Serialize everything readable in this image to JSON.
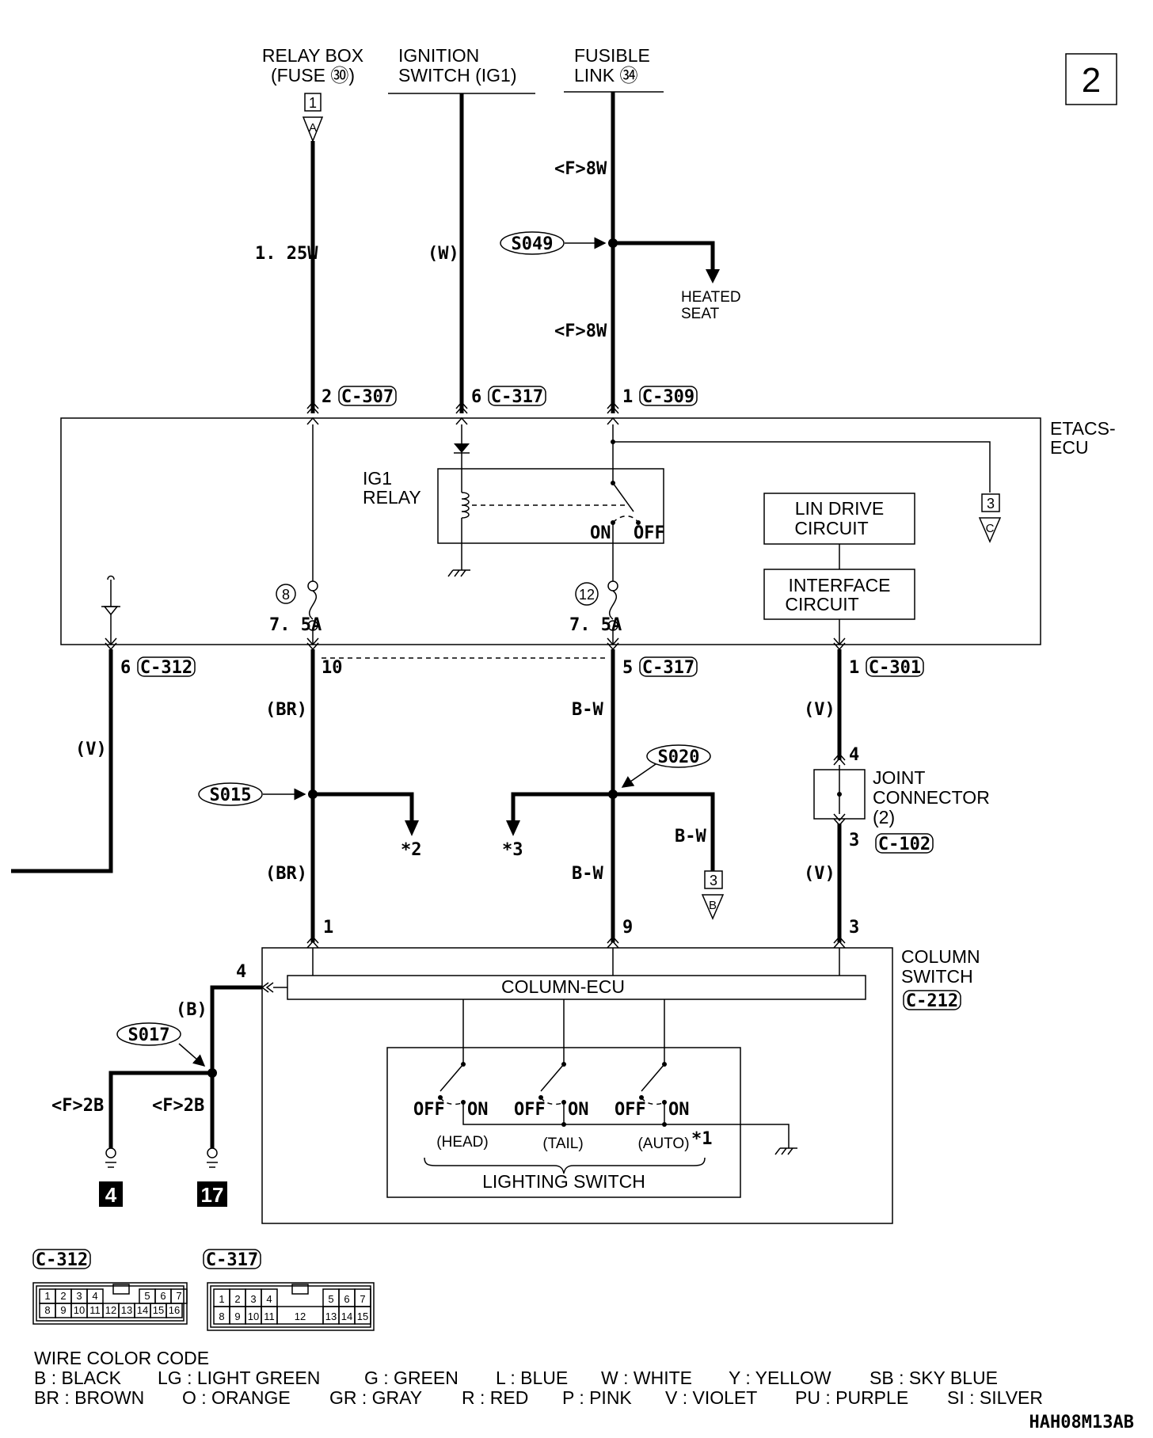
{
  "page_number": "2",
  "diagram_code": "HAH08M13AB",
  "sources": {
    "relay_box": "RELAY BOX",
    "relay_box_fuse": "(FUSE ㉚)",
    "relay_box_ref": "1",
    "relay_box_arrow": "A",
    "ignition_switch": "IGNITION",
    "ignition_switch_2": "SWITCH (IG1)",
    "fusible_link": "FUSIBLE",
    "fusible_link_2": "LINK ㉞"
  },
  "wires": {
    "relay_wire": "1. 25W",
    "ign_wire": "(W)",
    "fl_wire_top": "<F>8W",
    "fl_wire_mid": "<F>8W",
    "br_upper": "(BR)",
    "br_lower": "(BR)",
    "bw_upper": "B-W",
    "bw_lower": "B-W",
    "bw_branch": "B-W",
    "v_upper": "(V)",
    "v_lower": "(V)",
    "v_left": "(V)",
    "b_ground": "(B)",
    "ground_left": "<F>2B",
    "ground_right": "<F>2B"
  },
  "splices": {
    "s049": "S049",
    "s015": "S015",
    "s020": "S020",
    "s017": "S017"
  },
  "connectors": {
    "top_c307_pin": "2",
    "top_c307": "C-307",
    "top_c317_pin": "6",
    "top_c317": "C-317",
    "top_c309_pin": "1",
    "top_c309": "C-309",
    "bot_c312_pin": "6",
    "bot_c312": "C-312",
    "bot_10": "10",
    "bot_c317_pin": "5",
    "bot_c317": "C-317",
    "bot_c301_pin": "1",
    "bot_c301": "C-301",
    "jc_pin_top": "4",
    "jc_pin_bot": "3",
    "jc_conn": "C-102",
    "col_pin1": "1",
    "col_pin9": "9",
    "col_pin3": "3",
    "col_pin4": "4",
    "col_conn": "C-212"
  },
  "etacs": {
    "label_1": "ETACS-",
    "label_2": "ECU",
    "ig1_relay_1": "IG1",
    "ig1_relay_2": "RELAY",
    "relay_on": "ON",
    "relay_off": "OFF",
    "lin_1": "LIN DRIVE",
    "lin_2": "CIRCUIT",
    "interface_1": "INTERFACE",
    "interface_2": "CIRCUIT",
    "fuse8_num": "8",
    "fuse8_rating": "7. 5A",
    "fuse12_num": "12",
    "fuse12_rating": "7. 5A",
    "ref_c": "3",
    "ref_c_arrow": "C"
  },
  "heated_seat_1": "HEATED",
  "heated_seat_2": "SEAT",
  "note_2": "*2",
  "note_3": "*3",
  "ref_b": "3",
  "ref_b_arrow": "B",
  "joint_connector": {
    "l1": "JOINT",
    "l2": "CONNECTOR",
    "l3": "(2)"
  },
  "column_switch": {
    "l1": "COLUMN",
    "l2": "SWITCH",
    "ecu": "COLUMN-ECU"
  },
  "lighting_switch": {
    "title": "LIGHTING SWITCH",
    "off": "OFF",
    "on": "ON",
    "head": "(HEAD)",
    "tail": "(TAIL)",
    "auto": "(AUTO)",
    "auto_note": "*1"
  },
  "grounds": {
    "g4": "4",
    "g17": "17"
  },
  "connector_faces": {
    "c312_label": "C-312",
    "c312_top": [
      "1",
      "2",
      "3",
      "4",
      "",
      "5",
      "6",
      "7"
    ],
    "c312_bottom": [
      "8",
      "9",
      "10",
      "11",
      "12",
      "13",
      "14",
      "15",
      "16"
    ],
    "c317_label": "C-317",
    "c317_top": [
      "1",
      "2",
      "3",
      "4",
      "",
      "5",
      "6",
      "7"
    ],
    "c317_bottom": [
      "8",
      "9",
      "10",
      "11",
      "12",
      "13",
      "14",
      "15"
    ]
  },
  "wire_color_code": {
    "title": "WIRE COLOR CODE",
    "row1": [
      "B : BLACK",
      "LG : LIGHT GREEN",
      "G : GREEN",
      "L : BLUE",
      "W : WHITE",
      "Y : YELLOW",
      "SB : SKY BLUE"
    ],
    "row2": [
      "BR : BROWN",
      "O : ORANGE",
      "GR : GRAY",
      "R : RED",
      "P : PINK",
      "V : VIOLET",
      "PU : PURPLE",
      "SI : SILVER"
    ]
  }
}
